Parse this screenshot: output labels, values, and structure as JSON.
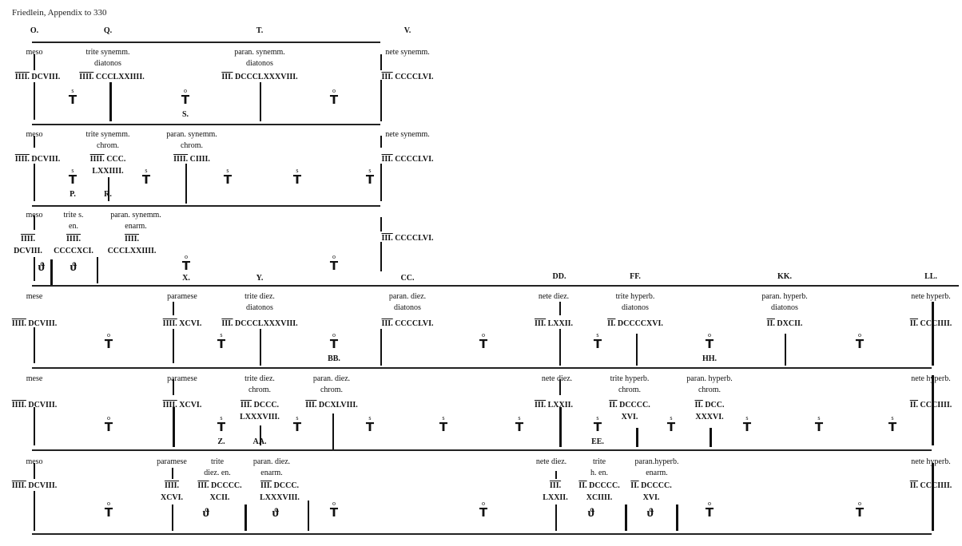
{
  "title": "Friedlein, Appendix to 330",
  "top_letters": [
    "O.",
    "Q.",
    "T.",
    "V."
  ],
  "mid_letters": [
    "X.",
    "Y.",
    "CC.",
    "DD.",
    "FF.",
    "KK.",
    "LL."
  ],
  "quarter_tone_icon": "enharmonic-diesis-icon",
  "rows": [
    {
      "labels": [
        [
          "meso"
        ],
        [
          "trite synemm.",
          "diatonos"
        ],
        [
          "paran. synemm.",
          "diatonos"
        ],
        [
          "nete synemm."
        ]
      ],
      "numerals": [
        {
          "over": "IIII.",
          "rest": " DCVIII."
        },
        {
          "over": "IIII.",
          "rest": " CCCLXXIIII."
        },
        {
          "over": "III.",
          "rest": " DCCCLXXXVIII."
        },
        {
          "over": "III.",
          "rest": " CCCCLVI."
        }
      ],
      "tones": [
        "s",
        "o",
        "o"
      ],
      "letters": [
        "S."
      ]
    },
    {
      "labels": [
        [
          "meso"
        ],
        [
          "trite synemm.",
          "chrom."
        ],
        [
          "paran. synemm.",
          "chrom."
        ],
        [
          "nete synemm."
        ]
      ],
      "numerals": [
        {
          "over": "IIII.",
          "rest": " DCVIII."
        },
        {
          "over": "IIII.",
          "rest": " CCC.",
          "line2": "LXXIIII."
        },
        {
          "over": "IIII.",
          "rest": " CIIII."
        },
        {
          "over": "III.",
          "rest": " CCCCLVI."
        }
      ],
      "tones": [
        "s",
        "s",
        "s",
        "s",
        "s"
      ],
      "letters": [
        "P.",
        "R."
      ]
    },
    {
      "labels": [
        [
          "meso"
        ],
        [
          "trite s.",
          "en."
        ],
        [
          "paran. synemm.",
          "enarm."
        ],
        [
          "nete synemm."
        ]
      ],
      "numerals": [
        {
          "over": "IIII.",
          "rest": "",
          "line2": "DCVIII."
        },
        {
          "over": "IIII.",
          "rest": "",
          "line2": "CCCCXCI."
        },
        {
          "over": "IIII.",
          "rest": "",
          "line2": "CCCLXXIIII."
        },
        {
          "over": "III.",
          "rest": " CCCCLVI."
        }
      ],
      "tones": [
        "o",
        "o"
      ],
      "letters": []
    },
    {
      "labels": [
        [
          "mese"
        ],
        [
          "paramese"
        ],
        [
          "trite diez.",
          "diatonos"
        ],
        [
          "paran. diez.",
          "diatonos"
        ],
        [
          "nete diez."
        ],
        [
          "trite hyperb.",
          "diatonos"
        ],
        [
          "paran. hyperb.",
          "diatonos"
        ],
        [
          "nete hyperb."
        ]
      ],
      "numerals": [
        {
          "over": "IIII.",
          "rest": " DCVIII."
        },
        {
          "over": "IIII.",
          "rest": " XCVI."
        },
        {
          "over": "III.",
          "rest": " DCCCLXXXVIII."
        },
        {
          "over": "III.",
          "rest": " CCCCLVI."
        },
        {
          "over": "III.",
          "rest": " LXXII."
        },
        {
          "over": "II.",
          "rest": " DCCCCXVI."
        },
        {
          "over": "II.",
          "rest": " DXCII."
        },
        {
          "over": "II.",
          "rest": " CCCIIII."
        }
      ],
      "tones": [
        "o",
        "s",
        "o",
        "o",
        "s",
        "o",
        "o"
      ],
      "letters": [
        "BB.",
        "HH."
      ]
    },
    {
      "labels": [
        [
          "mese"
        ],
        [
          "paramese"
        ],
        [
          "trite diez.",
          "chrom."
        ],
        [
          "paran. diez.",
          "chrom."
        ],
        [
          "nete diez."
        ],
        [
          "trite hyperb.",
          "chrom."
        ],
        [
          "paran. hyperb.",
          "chrom."
        ],
        [
          "nete hyperb."
        ]
      ],
      "numerals": [
        {
          "over": "IIII.",
          "rest": " DCVIII."
        },
        {
          "over": "IIII.",
          "rest": " XCVI."
        },
        {
          "over": "III.",
          "rest": " DCCC.",
          "line2": "LXXXVIII."
        },
        {
          "over": "III.",
          "rest": " DCXLVIII."
        },
        {
          "over": "III.",
          "rest": " LXXII."
        },
        {
          "over": "II.",
          "rest": " DCCCC.",
          "line2": "XVI."
        },
        {
          "over": "II.",
          "rest": " DCC.",
          "line2": "XXXVI."
        },
        {
          "over": "II.",
          "rest": " CCCIIII."
        }
      ],
      "tones": [
        "o",
        "s",
        "s",
        "s",
        "s",
        "s",
        "s",
        "s",
        "s",
        "s",
        "s"
      ],
      "letters": [
        "Z.",
        "AA.",
        "EE."
      ]
    },
    {
      "labels": [
        [
          "meso"
        ],
        [
          "paramese"
        ],
        [
          "trite",
          "diez. en."
        ],
        [
          "paran. diez.",
          "enarm."
        ],
        [
          "nete diez."
        ],
        [
          "trite",
          "h. en."
        ],
        [
          "paran.hyperb.",
          "enarm."
        ],
        [
          "nete hyperb."
        ]
      ],
      "numerals": [
        {
          "over": "IIII.",
          "rest": " DCVIII."
        },
        {
          "over": "IIII.",
          "rest": "",
          "line2": "XCVI."
        },
        {
          "over": "III.",
          "rest": " DCCCC.",
          "line2": "XCII."
        },
        {
          "over": "III.",
          "rest": " DCCC.",
          "line2": "LXXXVIII."
        },
        {
          "over": "III.",
          "rest": "",
          "line2": "LXXII."
        },
        {
          "over": "II.",
          "rest": " DCCCC.",
          "line2": "XCIIII."
        },
        {
          "over": "II.",
          "rest": " DCCCC.",
          "line2": "XVI."
        },
        {
          "over": "II.",
          "rest": " CCCIIII."
        }
      ],
      "tones": [
        "o",
        "o",
        "o",
        "o",
        "o"
      ],
      "letters": []
    }
  ]
}
